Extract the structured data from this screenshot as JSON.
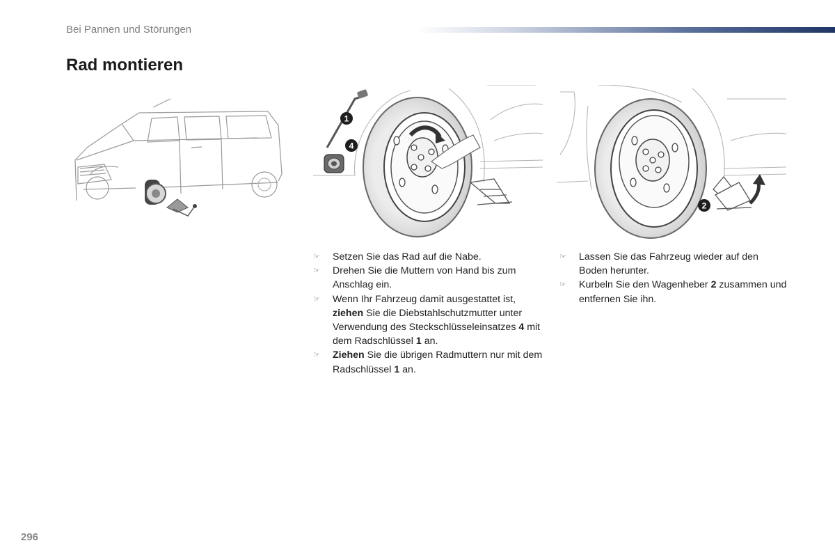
{
  "header": {
    "section": "Bei Pannen und Störungen"
  },
  "title": "Rad montieren",
  "bullet_icon": "pointing-hand-icon",
  "steps_left": [
    {
      "plain": "Setzen Sie das Rad auf die Nabe."
    },
    {
      "plain": "Drehen Sie die Muttern von Hand bis zum Anschlag ein."
    },
    {
      "p1": "Wenn Ihr Fahrzeug damit ausgestattet ist, ",
      "b1": "ziehen",
      "p2": " Sie die Diebstahlschutzmutter unter Verwendung des Steckschlüsseleinsatzes ",
      "b2": "4",
      "p3": " mit dem Radschlüssel ",
      "b3": "1",
      "p4": " an."
    },
    {
      "b1": "Ziehen",
      "p1": " Sie die übrigen Radmuttern nur mit dem Radschlüssel ",
      "b2": "1",
      "p2": " an."
    }
  ],
  "steps_right": [
    {
      "plain": "Lassen Sie das Fahrzeug wieder auf den Boden herunter."
    },
    {
      "p1": "Kurbeln Sie den Wagenheber ",
      "b1": "2",
      "p2": " zusammen und entfernen Sie ihn."
    }
  ],
  "callouts": {
    "wrench": "1",
    "socket": "4",
    "jack": "2"
  },
  "page_number": "296"
}
